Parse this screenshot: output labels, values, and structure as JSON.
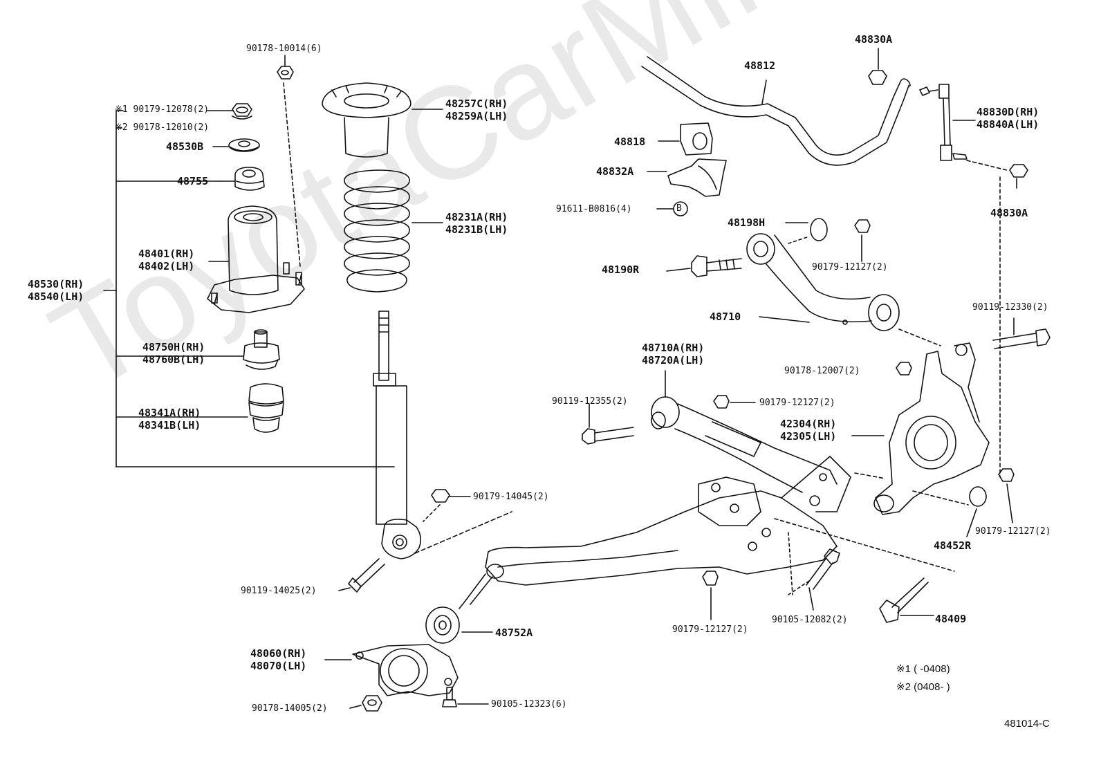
{
  "watermark": "ToyotaCarMine.ru",
  "diagram_code": "481014-C",
  "notes": [
    "※1 (       -0408)",
    "※2 (0408-         )"
  ],
  "circle_marker": "B",
  "labels": {
    "p90178_10014": "90178-10014(6)",
    "p90179_12078": "※1 90179-12078(2)",
    "p90178_12010": "※2 90178-12010(2)",
    "p48530B": "48530B",
    "p48755": "48755",
    "p48401": [
      "48401(RH)",
      "48402(LH)"
    ],
    "p48530": [
      "48530(RH)",
      "48540(LH)"
    ],
    "p48750H": [
      "48750H(RH)",
      "48760B(LH)"
    ],
    "p48341A": [
      "48341A(RH)",
      "48341B(LH)"
    ],
    "p48257C": [
      "48257C(RH)",
      "48259A(LH)"
    ],
    "p48231A": [
      "48231A(RH)",
      "48231B(LH)"
    ],
    "p90179_14045": "90179-14045(2)",
    "p90119_14025": "90119-14025(2)",
    "p48752A": "48752A",
    "p48060": [
      "48060(RH)",
      "48070(LH)"
    ],
    "p90178_14005": "90178-14005(2)",
    "p90105_12323": "90105-12323(6)",
    "p48812": "48812",
    "p48830A_top": "48830A",
    "p48818": "48818",
    "p48832A": "48832A",
    "p91611": "91611-B0816(4)",
    "p48830D": [
      "48830D(RH)",
      "48840A(LH)"
    ],
    "p48830A_right": "48830A",
    "p48198H": "48198H",
    "p90179_12127_a": "90179-12127(2)",
    "p48190R": "48190R",
    "p48710": "48710",
    "p48710A": [
      "48710A(RH)",
      "48720A(LH)"
    ],
    "p90119_12330": "90119-12330(2)",
    "p90178_12007": "90178-12007(2)",
    "p90119_12355": "90119-12355(2)",
    "p90179_12127_b": "90179-12127(2)",
    "p42304": [
      "42304(RH)",
      "42305(LH)"
    ],
    "p48452R": "48452R",
    "p90179_12127_c": "90179-12127(2)",
    "p90179_12127_d": "90179-12127(2)",
    "p90105_12082": "90105-12082(2)",
    "p48409": "48409"
  }
}
